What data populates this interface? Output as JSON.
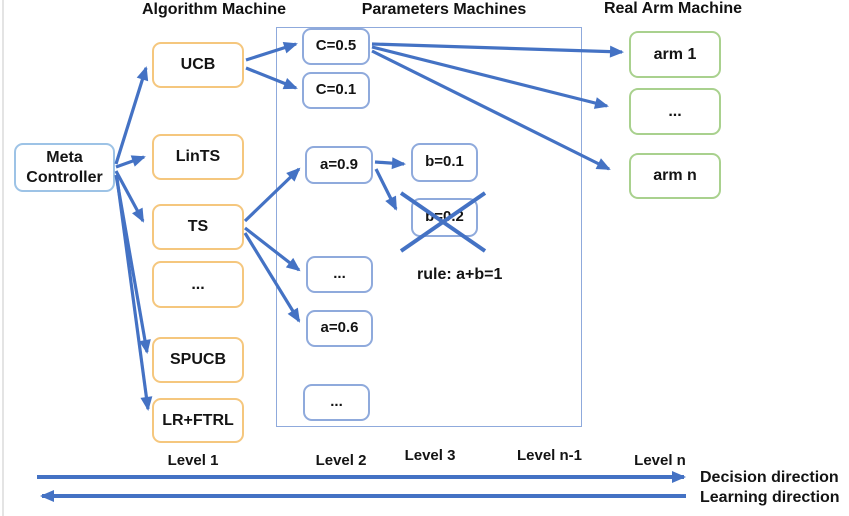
{
  "headers": {
    "algorithm": "Algorithm Machine",
    "parameters": "Parameters Machines",
    "real_arm": "Real Arm Machine"
  },
  "meta_controller": {
    "label": "Meta Controller"
  },
  "algorithm_nodes": [
    {
      "label": "UCB"
    },
    {
      "label": "LinTS"
    },
    {
      "label": "TS"
    },
    {
      "label": "..."
    },
    {
      "label": "SPUCB"
    },
    {
      "label": "LR+FTRL"
    }
  ],
  "parameter_nodes": [
    {
      "label": "C=0.5"
    },
    {
      "label": "C=0.1"
    },
    {
      "label": "a=0.9"
    },
    {
      "label": "b=0.1"
    },
    {
      "label": "b=0.2",
      "crossed_out": true
    },
    {
      "label": "..."
    },
    {
      "label": "a=0.6"
    },
    {
      "label": "..."
    }
  ],
  "arm_nodes": [
    {
      "label": "arm 1"
    },
    {
      "label": "..."
    },
    {
      "label": "arm n"
    }
  ],
  "rule_label": "rule: a+b=1",
  "level_labels": [
    "Level 1",
    "Level 2",
    "Level 3",
    "Level n-1",
    "Level n"
  ],
  "direction_labels": {
    "decision": "Decision direction",
    "learning": "Learning direction"
  },
  "colors": {
    "arrow": "#4472C4",
    "algorithm_border": "#F5C77E",
    "parameter_border": "#8FAADC",
    "meta_border": "#9DC3E6",
    "arm_border": "#A9D18E",
    "container_border": "#8FAADC",
    "text": "#141414"
  }
}
